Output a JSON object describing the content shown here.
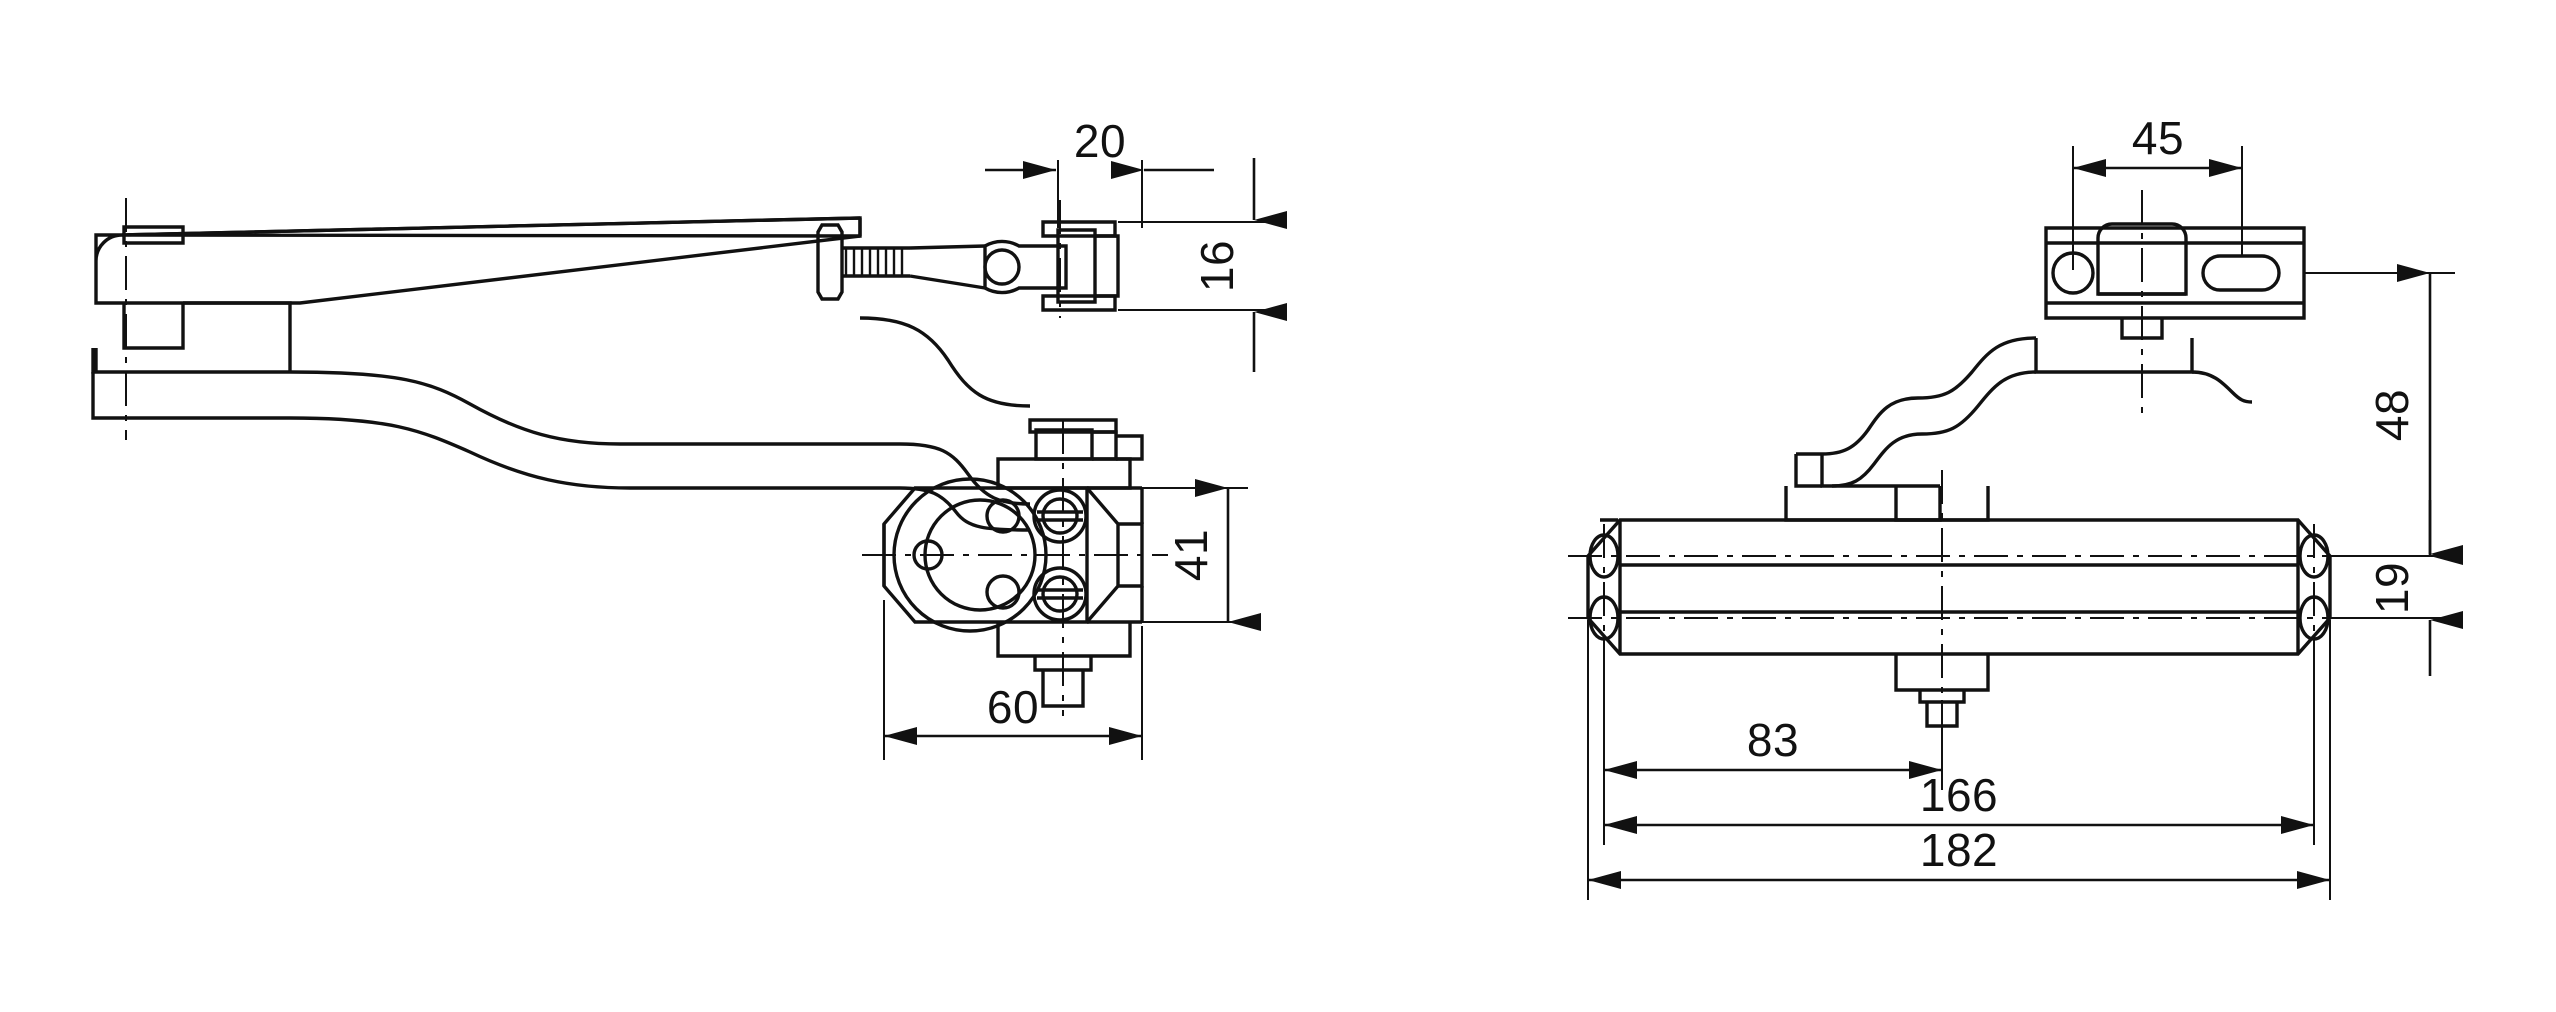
{
  "document": {
    "type": "engineering-drawing",
    "subject": "Door closer — side elevation and top/plan elevation",
    "units": "mm",
    "background_color": "#ffffff",
    "line_color": "#111111"
  },
  "views": [
    {
      "id": "left-view",
      "name": "side-elevation-with-arm",
      "description": "Door closer body shown from the side with the tapered closer arm and threaded adjusting link extended to the left"
    },
    {
      "id": "right-view",
      "name": "plan-elevation",
      "description": "Door closer body shown in plan with the mounting bracket plate, slotted hole and arm shoe above"
    }
  ],
  "dimensions": {
    "left_view": [
      {
        "id": "dim-20",
        "value": "20",
        "orientation": "horizontal",
        "location": "arm-link-end-width"
      },
      {
        "id": "dim-16",
        "value": "16",
        "orientation": "vertical",
        "location": "arm-link-thickness"
      },
      {
        "id": "dim-41",
        "value": "41",
        "orientation": "vertical",
        "location": "body-height"
      },
      {
        "id": "dim-60",
        "value": "60",
        "orientation": "horizontal",
        "location": "body-width"
      }
    ],
    "right_view": [
      {
        "id": "dim-45",
        "value": "45",
        "orientation": "horizontal",
        "location": "bracket-hole-spacing"
      },
      {
        "id": "dim-48",
        "value": "48",
        "orientation": "vertical",
        "location": "bracket-to-body-centre"
      },
      {
        "id": "dim-19",
        "value": "19",
        "orientation": "vertical",
        "location": "body-mounting-hole-spacing"
      },
      {
        "id": "dim-83",
        "value": "83",
        "orientation": "horizontal",
        "location": "hole-to-spindle-centre"
      },
      {
        "id": "dim-166",
        "value": "166",
        "orientation": "horizontal",
        "location": "mounting-hole-centres"
      },
      {
        "id": "dim-182",
        "value": "182",
        "orientation": "horizontal",
        "location": "overall-body-length"
      }
    ]
  }
}
